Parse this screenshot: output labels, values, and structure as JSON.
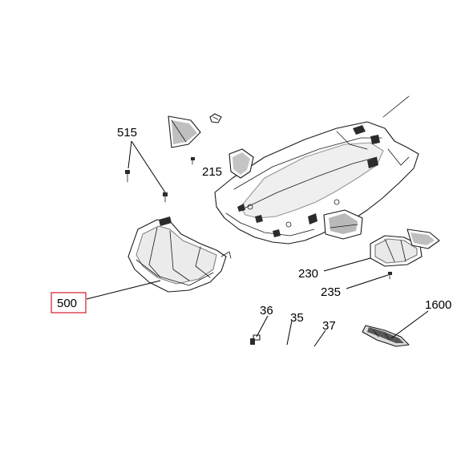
{
  "callouts": {
    "c515": "515",
    "c215": "215",
    "c500": "500",
    "c230": "230",
    "c235": "235",
    "c36": "36",
    "c35": "35",
    "c37": "37",
    "c1600": "1600"
  },
  "colors": {
    "highlight": "#d62b3a",
    "line": "#1a1a1a"
  }
}
